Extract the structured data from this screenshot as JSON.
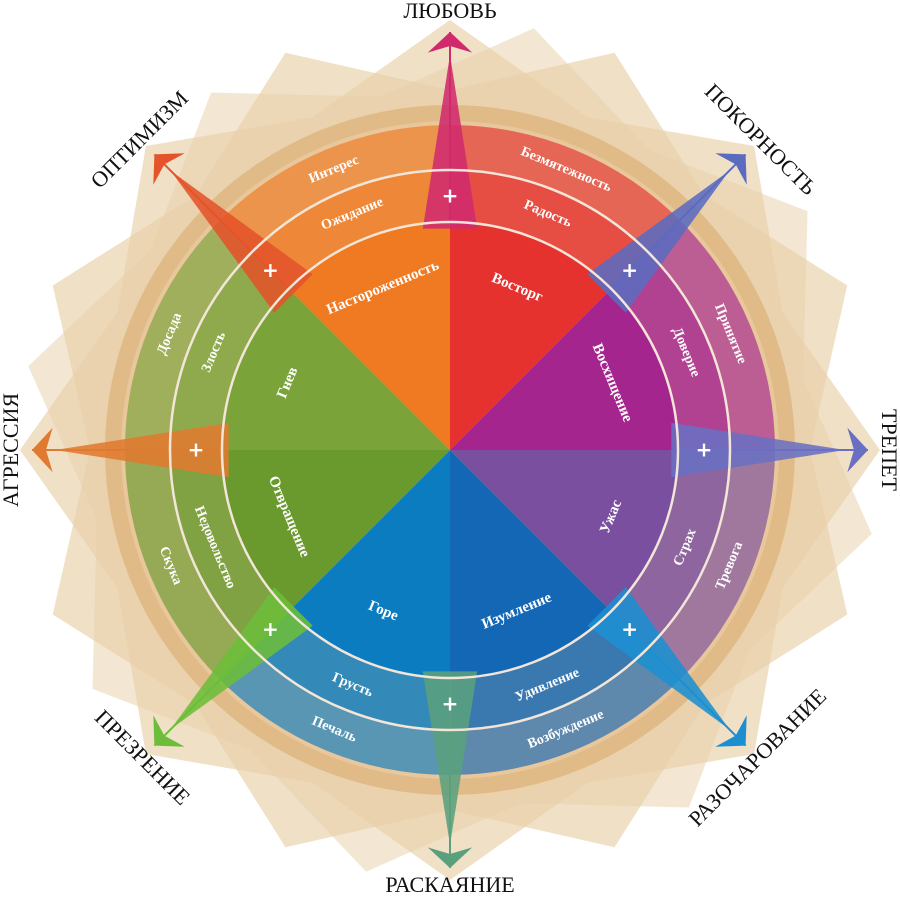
{
  "outer_labels": [
    "ЛЮБОВЬ",
    "ПОКОРНОСТЬ",
    "ТРЕПЕТ",
    "РАЗОЧАРОВАНИЕ",
    "РАСКАЯНИЕ",
    "ПРЕЗРЕНИЕ",
    "АГРЕССИЯ",
    "ОПТИМИЗМ"
  ],
  "sectors": [
    {
      "inner": "Восторг",
      "middle": "Радость",
      "outer": "Безмятежность",
      "color": "#e5322f"
    },
    {
      "inner": "Восхищение",
      "middle": "Доверие",
      "outer": "Принятие",
      "color": "#a5258f"
    },
    {
      "inner": "Ужас",
      "middle": "Страх",
      "outer": "Тревога",
      "color": "#7a4fa0"
    },
    {
      "inner": "Изумление",
      "middle": "Удивление",
      "outer": "Возбуждение",
      "color": "#1467b5"
    },
    {
      "inner": "Горе",
      "middle": "Грусть",
      "outer": "Печаль",
      "color": "#0b7cc0"
    },
    {
      "inner": "Отвращение",
      "middle": "Недовольство",
      "outer": "Скука",
      "color": "#6a9a2e"
    },
    {
      "inner": "Гнев",
      "middle": "Злость",
      "outer": "Досада",
      "color": "#7aa33a"
    },
    {
      "inner": "Настороженность",
      "middle": "Ожидание",
      "outer": "Интерес",
      "color": "#ef7a22"
    }
  ],
  "plus_sign": "+",
  "colors": {
    "halo": "#e8cfa8",
    "ring": "#d9a86a",
    "divider": "#f3e6d8"
  }
}
